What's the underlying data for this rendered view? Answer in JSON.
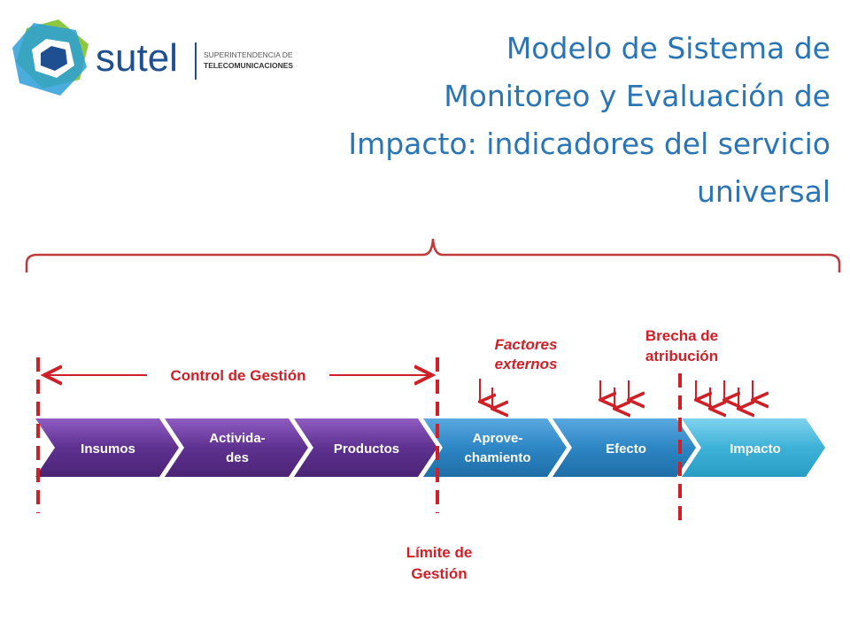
{
  "logo": {
    "brand": "sutel",
    "tagline_line1": "SUPERINTENDENCIA DE",
    "tagline_line2": "TELECOMUNICACIONES"
  },
  "title_lines": [
    "Modelo de Sistema de",
    "Monitoreo y Evaluación de",
    "Impacto: indicadores del servicio",
    "universal"
  ],
  "diagram": {
    "control_label": "Control de Gestión",
    "factores_line1": "Factores",
    "factores_line2": "externos",
    "brecha_line1": "Brecha de",
    "brecha_line2": "atribución",
    "limite_line1": "Límite de",
    "limite_line2": "Gestión",
    "stages": [
      {
        "line1": "Insumos",
        "line2": ""
      },
      {
        "line1": "Activida-",
        "line2": "des"
      },
      {
        "line1": "Productos",
        "line2": ""
      },
      {
        "line1": "Aprove-",
        "line2": "chamiento"
      },
      {
        "line1": "Efecto",
        "line2": ""
      },
      {
        "line1": "Impacto",
        "line2": ""
      }
    ]
  },
  "colors": {
    "title": "#2a75b5",
    "red": "#d02027",
    "brace": "#c0393b",
    "purple_stage": "#5a2f87",
    "blue_stage": "#2d86c4",
    "teal_stage": "#3db2d8"
  }
}
